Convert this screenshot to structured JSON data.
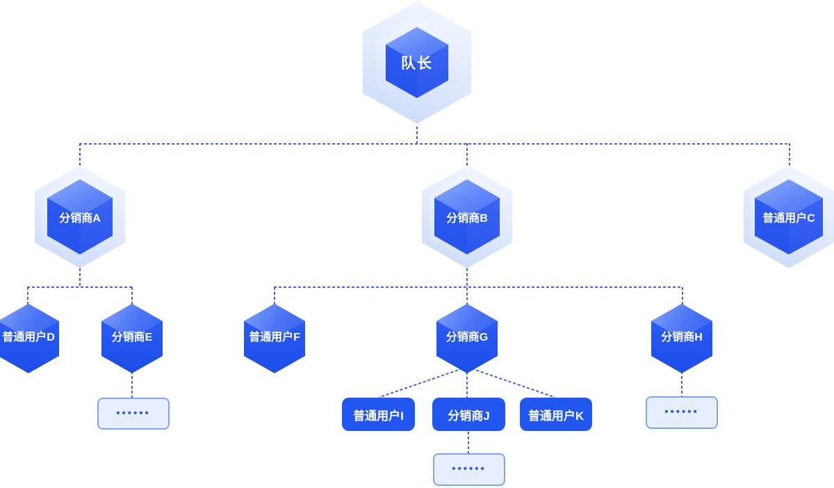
{
  "diagram": {
    "title": "distribution-team-hierarchy",
    "root": {
      "label": "队长"
    },
    "level2": [
      {
        "id": "A",
        "label": "分销商A"
      },
      {
        "id": "B",
        "label": "分销商B"
      },
      {
        "id": "C",
        "label": "普通用户C"
      }
    ],
    "level3": [
      {
        "id": "D",
        "label": "普通用户D"
      },
      {
        "id": "E",
        "label": "分销商E"
      },
      {
        "id": "F",
        "label": "普通用户F"
      },
      {
        "id": "G",
        "label": "分销商G"
      },
      {
        "id": "H",
        "label": "分销商H"
      }
    ],
    "level4": [
      {
        "id": "I",
        "label": "普通用户I"
      },
      {
        "id": "J",
        "label": "分销商J"
      },
      {
        "id": "K",
        "label": "普通用户K"
      }
    ],
    "ellipsis": "••••••",
    "colors": {
      "node_blue": "#2257ef",
      "dash_blue": "#3d63f1",
      "shell_light": "#dbe7fb",
      "box_fill": "#e7effe",
      "box_border": "#7fa5f3"
    }
  }
}
